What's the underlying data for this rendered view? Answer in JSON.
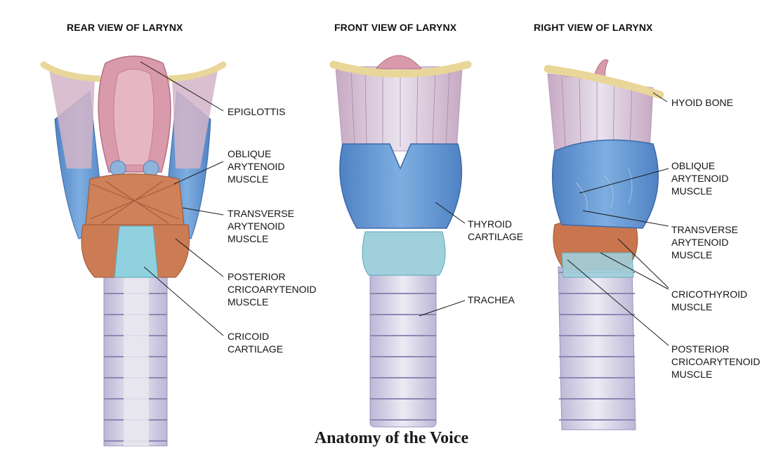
{
  "views": [
    {
      "title": "REAR VIEW OF LARYNX",
      "labels": [
        "EPIGLOTTIS",
        "OBLIQUE\nARYTENOID\nMUSCLE",
        "TRANSVERSE\nARYTENOID\nMUSCLE",
        "POSTERIOR\nCRICOARYTENOID\nMUSCLE",
        "CRICOID\nCARTILAGE"
      ]
    },
    {
      "title": "FRONT VIEW OF LARYNX",
      "labels": [
        "THYROID\nCARTILAGE",
        "TRACHEA"
      ]
    },
    {
      "title": "RIGHT VIEW OF LARYNX",
      "labels": [
        "HYOID BONE",
        "OBLIQUE\nARYTENOID\nMUSCLE",
        "TRANSVERSE\nARYTENOID\nMUSCLE",
        "CRICOTHYROID\nMUSCLE",
        "POSTERIOR\nCRICOARYTENOID\nMUSCLE"
      ]
    }
  ],
  "caption": "Anatomy of the Voice",
  "colors": {
    "cartilage_blue": "#6f9fd6",
    "muscle_orange": "#c9764e",
    "membrane_lilac": "#cdbfd6",
    "epiglottis_pink": "#d79aa8",
    "hyoid_cream": "#efe0a6",
    "trachea_lilac": "#d8d4e6",
    "cricoid_teal": "#9fd0db"
  }
}
